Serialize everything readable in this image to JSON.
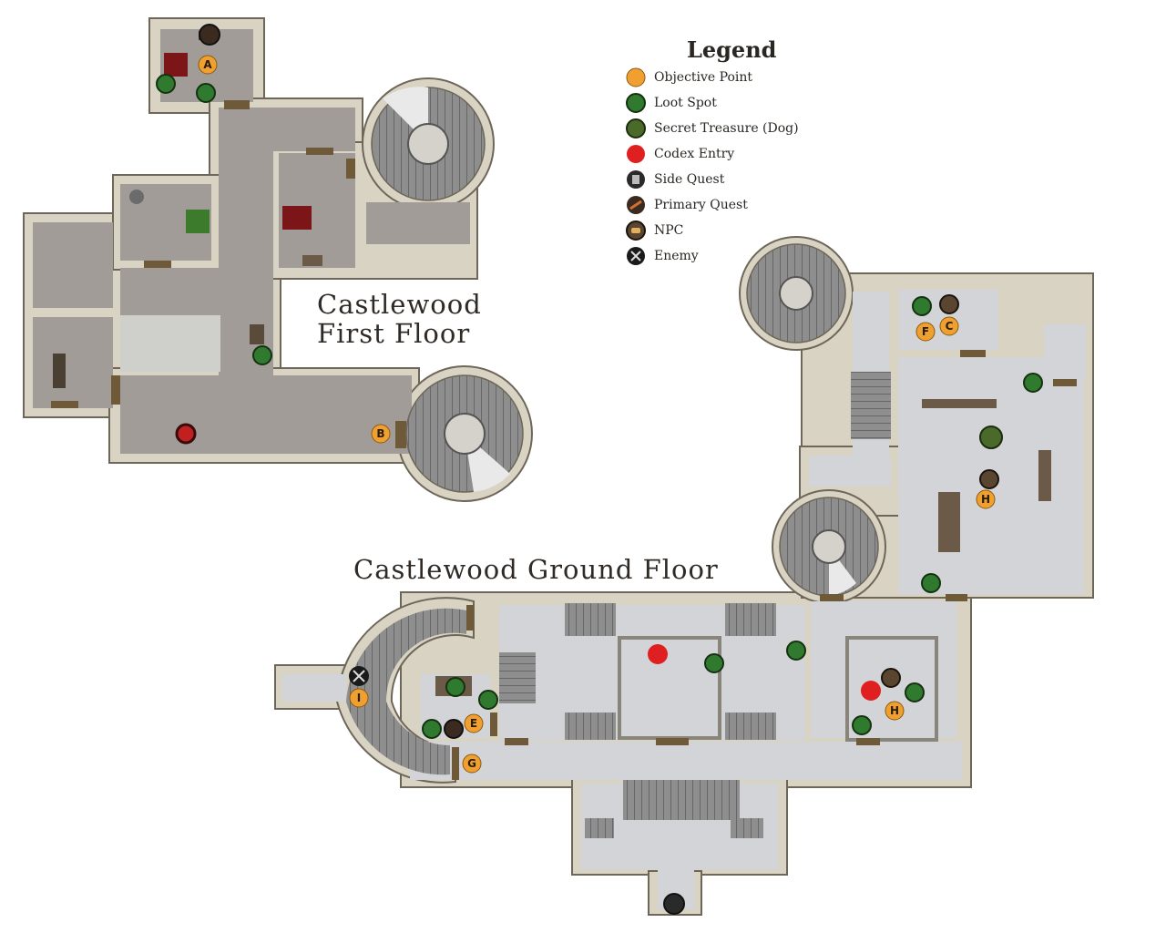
{
  "legend": {
    "title": "Legend",
    "items": [
      {
        "label": "Objective Point",
        "icon": "objective-point-icon"
      },
      {
        "label": "Loot Spot",
        "icon": "loot-spot-icon"
      },
      {
        "label": "Secret Treasure (Dog)",
        "icon": "secret-treasure-icon"
      },
      {
        "label": "Codex Entry",
        "icon": "codex-entry-icon"
      },
      {
        "label": "Side Quest",
        "icon": "side-quest-icon"
      },
      {
        "label": "Primary Quest",
        "icon": "primary-quest-icon"
      },
      {
        "label": "NPC",
        "icon": "npc-icon"
      },
      {
        "label": "Enemy",
        "icon": "enemy-icon"
      }
    ]
  },
  "floors": {
    "first": {
      "line1": "Castlewood",
      "line2": "First Floor"
    },
    "ground": {
      "title": "Castlewood Ground Floor"
    }
  },
  "objectives": [
    "A",
    "B",
    "C",
    "E",
    "F",
    "G",
    "H",
    "H",
    "I"
  ],
  "colors": {
    "objective": "#f0a030",
    "loot": "#2f7a2f",
    "codex": "#e02020",
    "wall": "#d9d3c3",
    "floor_upper": "#a19c98",
    "floor_ground": "#d3d4d8"
  }
}
